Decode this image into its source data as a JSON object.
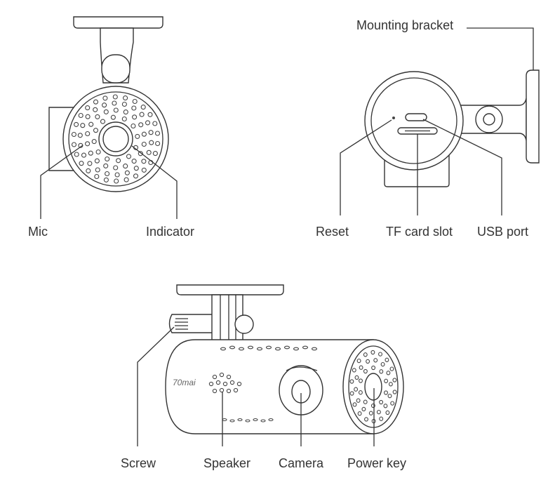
{
  "labels": {
    "mic": "Mic",
    "indicator": "Indicator",
    "mounting_bracket": "Mounting bracket",
    "reset": "Reset",
    "tf_card_slot": "TF card slot",
    "usb_port": "USB port",
    "screw": "Screw",
    "speaker": "Speaker",
    "camera": "Camera",
    "power_key": "Power key"
  },
  "brand": "70mai"
}
